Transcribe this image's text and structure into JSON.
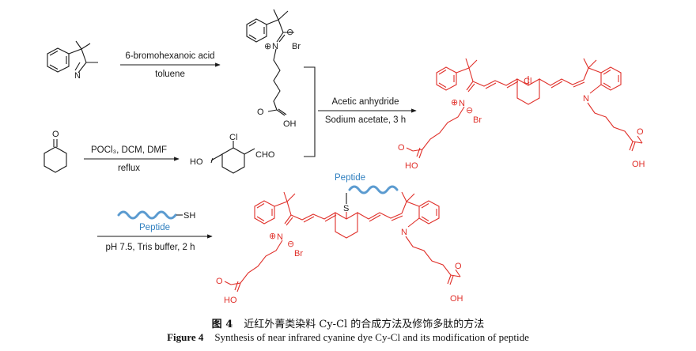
{
  "reagents": {
    "step1_above": "6-bromohexanoic acid",
    "step1_below": "toluene",
    "step2_above": "POCl₃, DCM, DMF",
    "step2_below": "reflux",
    "step3_above": "Acetic anhydride",
    "step3_below": "Sodium acetate, 3 h",
    "step4_below": "pH 7.5, Tris buffer, 2 h"
  },
  "labels": {
    "peptide": "Peptide",
    "sh": "SH",
    "n": "N",
    "br": "Br",
    "oh": "OH",
    "o": "O",
    "ho": "HO",
    "cl": "Cl",
    "cho": "CHO",
    "s": "S",
    "plus": "⊕",
    "minus": "⊖"
  },
  "caption": {
    "cn_label": "图 4",
    "cn_text": "近红外菁类染料 Cy-Cl 的合成方法及修饰多肽的方法",
    "en_label": "Figure 4",
    "en_text": "Synthesis of near infrared cyanine dye Cy-Cl and its modification of peptide"
  },
  "colors": {
    "black": "#1a1a1a",
    "red": "#e0302a",
    "blue": "#5b9bd0"
  }
}
